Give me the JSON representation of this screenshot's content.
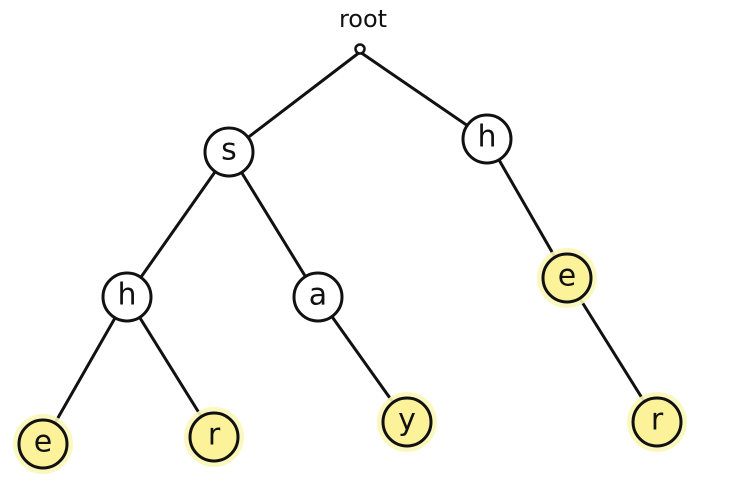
{
  "diagram": {
    "root_label": "root",
    "colors": {
      "plain_fill": "#ffffff",
      "highlight_fill": "#fbf29a",
      "highlight_glow": "#fbf7b8",
      "stroke": "#111111"
    },
    "nodes": [
      {
        "id": "s",
        "label": "s",
        "highlighted": false
      },
      {
        "id": "h1",
        "label": "h",
        "highlighted": false
      },
      {
        "id": "sh_h",
        "label": "h",
        "highlighted": false
      },
      {
        "id": "a",
        "label": "a",
        "highlighted": false
      },
      {
        "id": "e1",
        "label": "e",
        "highlighted": true
      },
      {
        "id": "r1",
        "label": "r",
        "highlighted": true
      },
      {
        "id": "y",
        "label": "y",
        "highlighted": true
      },
      {
        "id": "e2",
        "label": "e",
        "highlighted": true
      },
      {
        "id": "r2",
        "label": "r",
        "highlighted": true
      }
    ],
    "edges": [
      [
        "root",
        "s"
      ],
      [
        "root",
        "h1"
      ],
      [
        "s",
        "sh_h"
      ],
      [
        "s",
        "a"
      ],
      [
        "sh_h",
        "e1"
      ],
      [
        "sh_h",
        "r1"
      ],
      [
        "a",
        "y"
      ],
      [
        "h1",
        "e2"
      ],
      [
        "e2",
        "r2"
      ]
    ]
  }
}
